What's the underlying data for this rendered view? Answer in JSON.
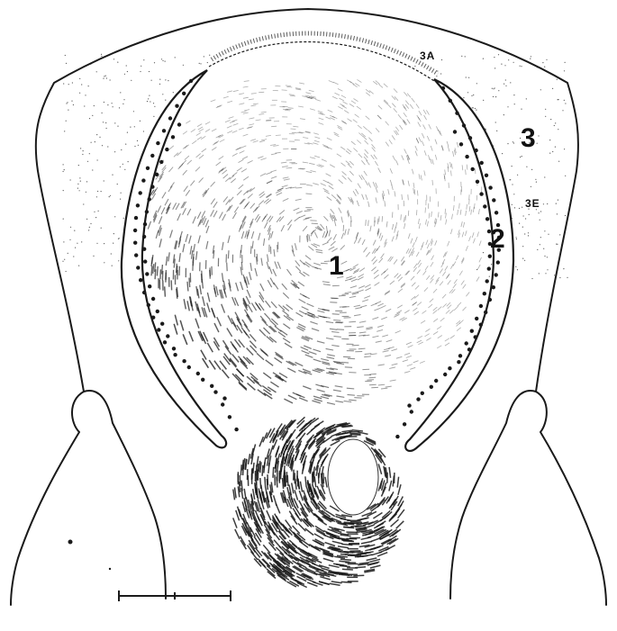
{
  "labels": {
    "region_1": "1",
    "region_2": "2",
    "region_3": "3",
    "region_3a": "3A",
    "region_3e": "3E"
  },
  "colors": {
    "ink": "#1a1a1a",
    "background": "#ffffff"
  }
}
